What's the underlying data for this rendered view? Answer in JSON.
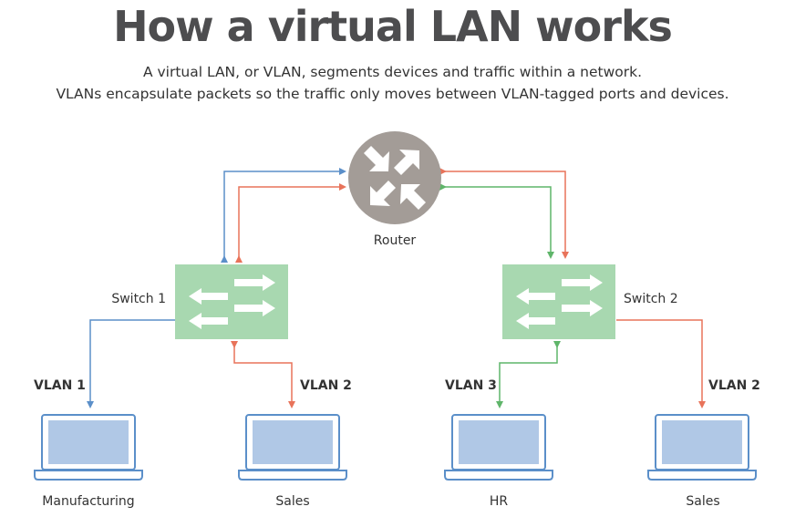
{
  "header": {
    "title": "How a virtual LAN works",
    "subtitle_line1": "A virtual LAN, or VLAN, segments devices and traffic within a network.",
    "subtitle_line2": "VLANs encapsulate packets so the traffic only moves between VLAN-tagged ports and devices."
  },
  "diagram": {
    "router_label": "Router",
    "switch1_label": "Switch 1",
    "switch2_label": "Switch 2",
    "vlan_labels": [
      "VLAN 1",
      "VLAN 2",
      "VLAN 3",
      "VLAN 2"
    ],
    "devices": [
      "Manufacturing",
      "Sales",
      "HR",
      "Sales"
    ]
  },
  "colors": {
    "vlan1_blue": "#5b8fc9",
    "vlan2_orange": "#e8735a",
    "vlan3_green": "#5fb56a",
    "router_gray": "#a39c97",
    "switch_green": "#a8d8b0",
    "laptop_outline": "#5b8fc9",
    "laptop_screen": "#b0c8e6"
  }
}
